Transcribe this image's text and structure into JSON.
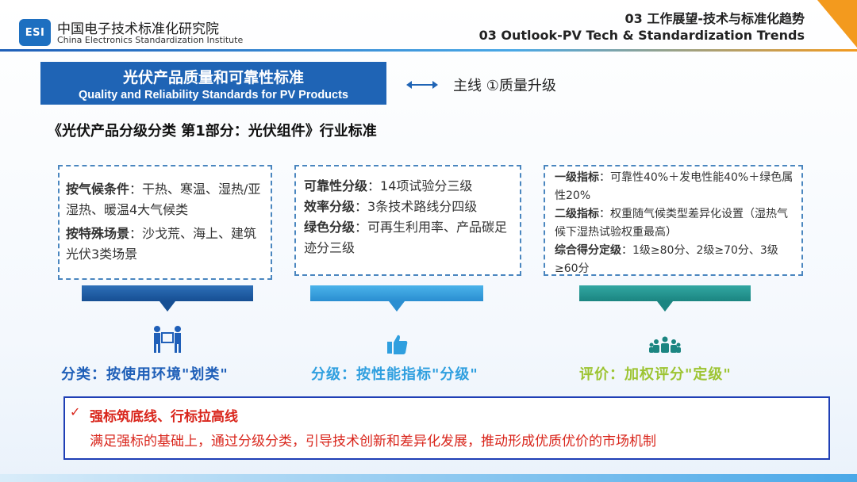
{
  "header": {
    "logo_badge": "ESI",
    "org_cn": "中国电子技术标准化研究院",
    "org_en": "China Electronics Standardization Institute",
    "section_cn": "03 工作展望-技术与标准化趋势",
    "section_en": "03 Outlook-PV Tech & Standardization Trends"
  },
  "title": {
    "cn": "光伏产品质量和可靠性标准",
    "en": "Quality and Reliability Standards for PV Products"
  },
  "mainline": "主线 ①质量升级",
  "standard_name": "《光伏产品分级分类 第1部分：光伏组件》行业标准",
  "boxes": {
    "box1": {
      "p1_bold": "按气候条件",
      "p1_text": "：干热、寒温、湿热/亚湿热、暖温4大气候类",
      "p2_bold": "按特殊场景",
      "p2_text": "：沙戈荒、海上、建筑光伏3类场景"
    },
    "box2": {
      "l1_bold": "可靠性分级",
      "l1_text": "：14项试验分三级",
      "l2_bold": "效率分级",
      "l2_text": "：3条技术路线分四级",
      "l3_bold": "绿色分级",
      "l3_text": "：可再生利用率、产品碳足迹分三级"
    },
    "box3": {
      "l1_bold": "一级指标",
      "l1_text": "：可靠性40%＋发电性能40%＋绿色属性20%",
      "l2_bold": "二级指标",
      "l2_text": "：权重随气候类型差异化设置（湿热气候下湿热试验权重最高）",
      "l3_bold": "综合得分定级",
      "l3_text": "：1级≥80分、2级≥70分、3级≥60分"
    }
  },
  "captions": {
    "c1": "分类：按使用环境\"划类\"",
    "c2": "分级：按性能指标\"分级\"",
    "c3": "评价：加权评分\"定级\""
  },
  "summary": {
    "check": "✓",
    "head": "强标筑底线、行标拉高线",
    "body": "满足强标的基础上，通过分级分类，引导技术创新和差异化发展，推动形成优质优价的市场机制"
  },
  "colors": {
    "primary_blue": "#1f64b5",
    "light_blue": "#2f9fdf",
    "teal": "#1b8581",
    "green": "#9dc432",
    "accent_orange": "#f39a1e",
    "red": "#d9261c"
  }
}
